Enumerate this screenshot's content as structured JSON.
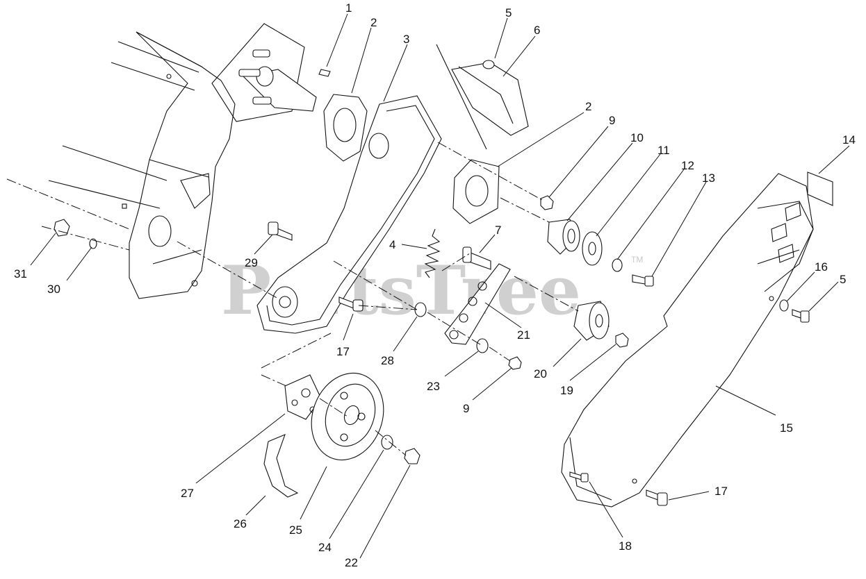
{
  "watermark": {
    "text": "PartsTree",
    "tm": "TM",
    "color": "#d0d0d0"
  },
  "callouts": [
    {
      "id": "c1",
      "label": "1"
    },
    {
      "id": "c2a",
      "label": "2"
    },
    {
      "id": "c3",
      "label": "3"
    },
    {
      "id": "c5a",
      "label": "5"
    },
    {
      "id": "c6",
      "label": "6"
    },
    {
      "id": "c2b",
      "label": "2"
    },
    {
      "id": "c9a",
      "label": "9"
    },
    {
      "id": "c10",
      "label": "10"
    },
    {
      "id": "c11",
      "label": "11"
    },
    {
      "id": "c12",
      "label": "12"
    },
    {
      "id": "c13",
      "label": "13"
    },
    {
      "id": "c14",
      "label": "14"
    },
    {
      "id": "c4",
      "label": "4"
    },
    {
      "id": "c7",
      "label": "7"
    },
    {
      "id": "c29",
      "label": "29"
    },
    {
      "id": "c31",
      "label": "31"
    },
    {
      "id": "c30",
      "label": "30"
    },
    {
      "id": "c16",
      "label": "16"
    },
    {
      "id": "c5b",
      "label": "5"
    },
    {
      "id": "c21",
      "label": "21"
    },
    {
      "id": "c17a",
      "label": "17"
    },
    {
      "id": "c28",
      "label": "28"
    },
    {
      "id": "c20",
      "label": "20"
    },
    {
      "id": "c19",
      "label": "19"
    },
    {
      "id": "c23",
      "label": "23"
    },
    {
      "id": "c9b",
      "label": "9"
    },
    {
      "id": "c15",
      "label": "15"
    },
    {
      "id": "c27",
      "label": "27"
    },
    {
      "id": "c17b",
      "label": "17"
    },
    {
      "id": "c26",
      "label": "26"
    },
    {
      "id": "c25",
      "label": "25"
    },
    {
      "id": "c24",
      "label": "24"
    },
    {
      "id": "c18",
      "label": "18"
    },
    {
      "id": "c22",
      "label": "22"
    }
  ]
}
